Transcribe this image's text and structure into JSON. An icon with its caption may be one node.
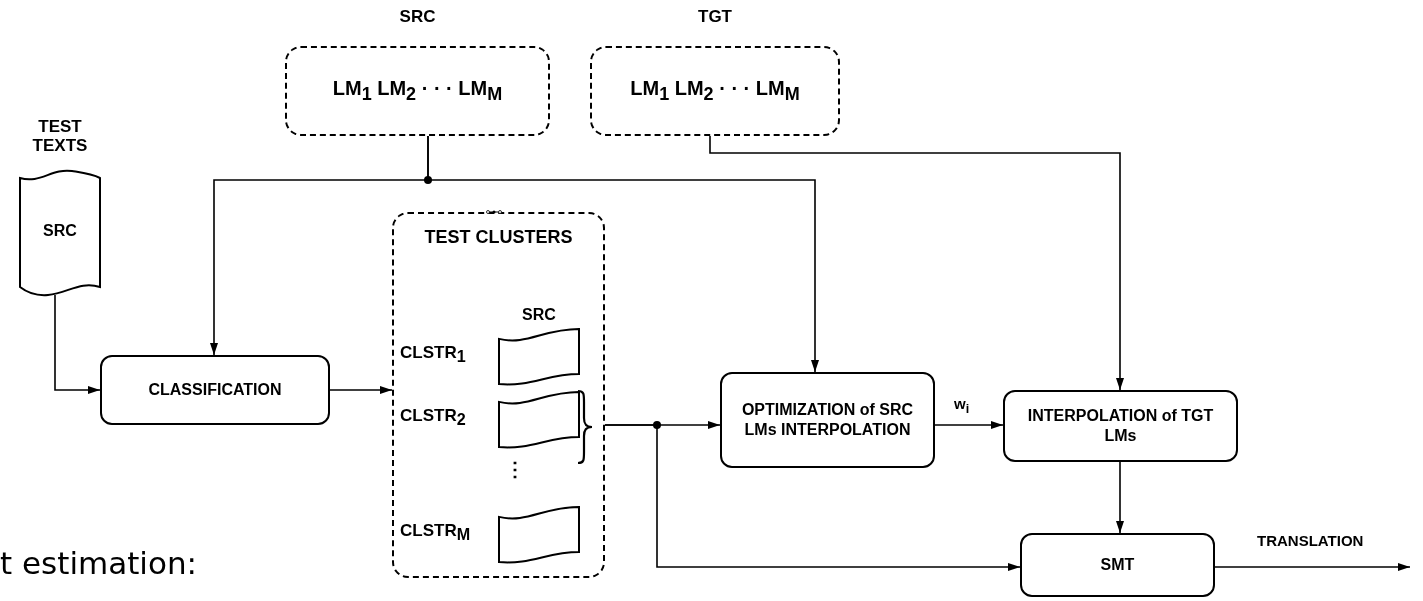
{
  "diagram": {
    "nodes": [
      {
        "text": [
          "SRC",
          "LM$_{1}$ LM$_{2}$ · · · LM$_{M}$"
        ]
      },
      {
        "text": [
          "TGT",
          "LM$_{1}$ LM$_{2}$ · · · LM$_{M}$"
        ]
      },
      {
        "text": [
          "TEST TEXTS",
          "SRC"
        ]
      },
      {
        "text": [
          "CLASSIFICATION"
        ]
      },
      {
        "text": [
          "TEST CLUSTERS"
        ]
      },
      {
        "text": [
          "SRC"
        ],
        "in": 4,
        "beside": [
          "CLSTR$_{1}$"
        ]
      },
      {
        "text": [],
        "shape": "document",
        "in": 4,
        "beside": [
          "CLSTR$_{2}$"
        ]
      },
      {
        "text": [],
        "shape": "document",
        "in": 4,
        "beside": [
          "CLSTR$_{M}$"
        ]
      },
      {
        "text": [
          "OPTIMIZATION of SRC LMs INTERPOLATION"
        ]
      },
      {
        "text": [
          "INTERPOLATION of TGT LMs"
        ]
      },
      {
        "text": [
          "SMT"
        ]
      }
    ],
    "edges": [
      {
        "from": 2,
        "to": 3,
        "arrow": "to"
      },
      {
        "from": 0,
        "to": 3,
        "arrow": "to"
      },
      {
        "from": 0,
        "to": 8,
        "arrow": "to"
      },
      {
        "from": 3,
        "to": 4,
        "arrow": "to"
      },
      {
        "from": 4,
        "to": 8,
        "arrow": "to"
      },
      {
        "from": 4,
        "to": 10,
        "arrow": "to"
      },
      {
        "from": 8,
        "to": 9,
        "arrow": "to",
        "label": "w$_{i}$"
      },
      {
        "from": 1,
        "to": 9,
        "arrow": "to"
      },
      {
        "from": 9,
        "to": 10,
        "arrow": "to"
      },
      {
        "from": 10,
        "to": null,
        "arrow": "to",
        "label": "TRANSLATION"
      }
    ],
    "labels": [
      "⋮",
      "t estimation:"
    ]
  }
}
